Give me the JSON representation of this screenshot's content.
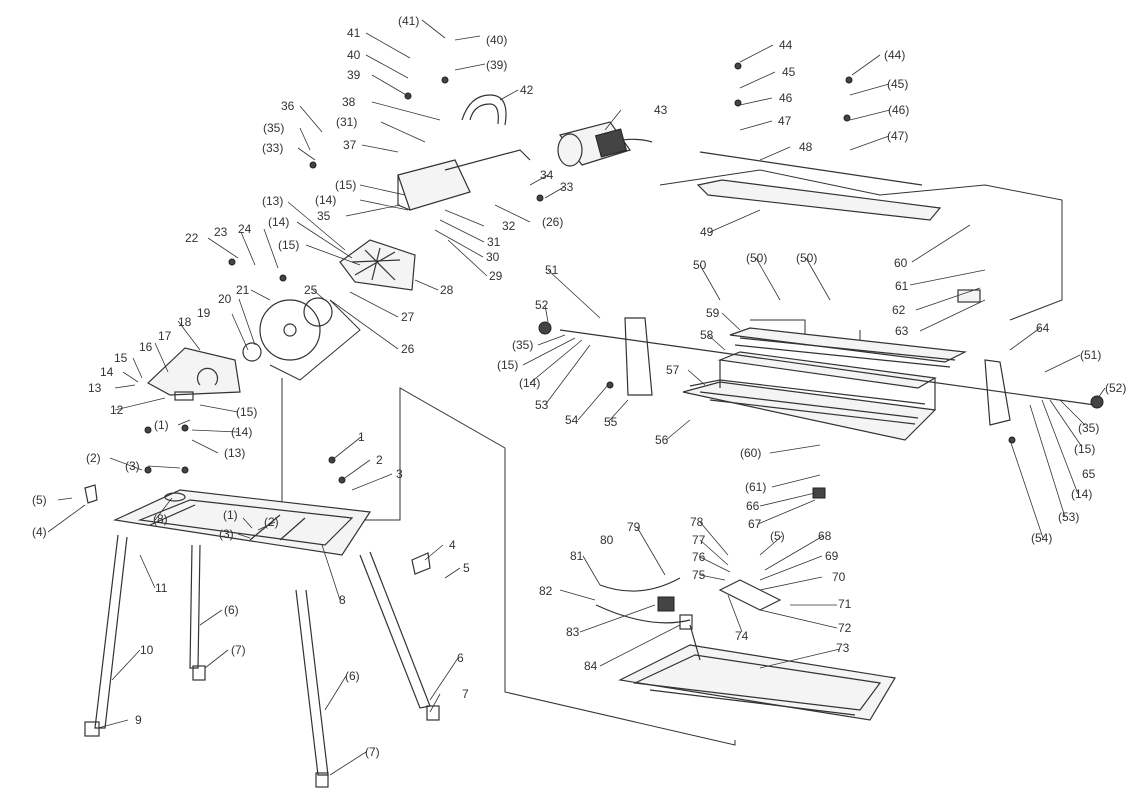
{
  "callouts": [
    {
      "id": "c1",
      "text": "(41)"
    },
    {
      "id": "c2",
      "text": "(40)"
    },
    {
      "id": "c3",
      "text": "41"
    },
    {
      "id": "c4",
      "text": "40"
    },
    {
      "id": "c5",
      "text": "(39)"
    },
    {
      "id": "c6",
      "text": "39"
    },
    {
      "id": "c7",
      "text": "42"
    },
    {
      "id": "c8",
      "text": "38"
    },
    {
      "id": "c9",
      "text": "36"
    },
    {
      "id": "c10",
      "text": "(31)"
    },
    {
      "id": "c11",
      "text": "(35)"
    },
    {
      "id": "c12",
      "text": "37"
    },
    {
      "id": "c13",
      "text": "(33)"
    },
    {
      "id": "c14",
      "text": "43"
    },
    {
      "id": "c15",
      "text": "34"
    },
    {
      "id": "c16",
      "text": "33"
    },
    {
      "id": "c17",
      "text": "(15)"
    },
    {
      "id": "c18",
      "text": "(14)"
    },
    {
      "id": "c19",
      "text": "(26)"
    },
    {
      "id": "c20",
      "text": "35"
    },
    {
      "id": "c21",
      "text": "32"
    },
    {
      "id": "c22",
      "text": "31"
    },
    {
      "id": "c23",
      "text": "30"
    },
    {
      "id": "c24",
      "text": "(13)"
    },
    {
      "id": "c25",
      "text": "(14)"
    },
    {
      "id": "c26",
      "text": "(15)"
    },
    {
      "id": "c27",
      "text": "29"
    },
    {
      "id": "c28",
      "text": "22"
    },
    {
      "id": "c29",
      "text": "23"
    },
    {
      "id": "c30",
      "text": "24"
    },
    {
      "id": "c31",
      "text": "28"
    },
    {
      "id": "c32",
      "text": "21"
    },
    {
      "id": "c33",
      "text": "25"
    },
    {
      "id": "c34",
      "text": "20"
    },
    {
      "id": "c35",
      "text": "27"
    },
    {
      "id": "c36",
      "text": "19"
    },
    {
      "id": "c37",
      "text": "26"
    },
    {
      "id": "c38",
      "text": "18"
    },
    {
      "id": "c39",
      "text": "17"
    },
    {
      "id": "c40",
      "text": "16"
    },
    {
      "id": "c41",
      "text": "15"
    },
    {
      "id": "c42",
      "text": "14"
    },
    {
      "id": "c43",
      "text": "13"
    },
    {
      "id": "c44",
      "text": "12"
    },
    {
      "id": "c45",
      "text": "(15)"
    },
    {
      "id": "c46",
      "text": "(1)"
    },
    {
      "id": "c47",
      "text": "(14)"
    },
    {
      "id": "c48",
      "text": "(13)"
    },
    {
      "id": "c49",
      "text": "(2)"
    },
    {
      "id": "c50",
      "text": "(3)"
    },
    {
      "id": "c51",
      "text": "(5)"
    },
    {
      "id": "c52",
      "text": "(8)"
    },
    {
      "id": "c53",
      "text": "(4)"
    },
    {
      "id": "c54",
      "text": "11"
    },
    {
      "id": "c55",
      "text": "1"
    },
    {
      "id": "c56",
      "text": "2"
    },
    {
      "id": "c57",
      "text": "3"
    },
    {
      "id": "c58",
      "text": "(1)"
    },
    {
      "id": "c59",
      "text": "(2)"
    },
    {
      "id": "c60",
      "text": "(3)"
    },
    {
      "id": "c61",
      "text": "8"
    },
    {
      "id": "c62",
      "text": "4"
    },
    {
      "id": "c63",
      "text": "5"
    },
    {
      "id": "c64",
      "text": "(6)"
    },
    {
      "id": "c65",
      "text": "10"
    },
    {
      "id": "c66",
      "text": "(7)"
    },
    {
      "id": "c67",
      "text": "6"
    },
    {
      "id": "c68",
      "text": "(6)"
    },
    {
      "id": "c69",
      "text": "7"
    },
    {
      "id": "c70",
      "text": "9"
    },
    {
      "id": "c71",
      "text": "(7)"
    },
    {
      "id": "c72",
      "text": "44"
    },
    {
      "id": "c73",
      "text": "45"
    },
    {
      "id": "c74",
      "text": "46"
    },
    {
      "id": "c75",
      "text": "47"
    },
    {
      "id": "c76",
      "text": "(44)"
    },
    {
      "id": "c77",
      "text": "(45)"
    },
    {
      "id": "c78",
      "text": "(46)"
    },
    {
      "id": "c79",
      "text": "(47)"
    },
    {
      "id": "c80",
      "text": "48"
    },
    {
      "id": "c81",
      "text": "49"
    },
    {
      "id": "c82",
      "text": "51"
    },
    {
      "id": "c83",
      "text": "50"
    },
    {
      "id": "c84",
      "text": "(50)"
    },
    {
      "id": "c85",
      "text": "(50)"
    },
    {
      "id": "c86",
      "text": "60"
    },
    {
      "id": "c87",
      "text": "61"
    },
    {
      "id": "c88",
      "text": "62"
    },
    {
      "id": "c89",
      "text": "63"
    },
    {
      "id": "c90",
      "text": "52"
    },
    {
      "id": "c91",
      "text": "59"
    },
    {
      "id": "c92",
      "text": "64"
    },
    {
      "id": "c93",
      "text": "(35)"
    },
    {
      "id": "c94",
      "text": "58"
    },
    {
      "id": "c95",
      "text": "(51)"
    },
    {
      "id": "c96",
      "text": "(15)"
    },
    {
      "id": "c97",
      "text": "(14)"
    },
    {
      "id": "c98",
      "text": "57"
    },
    {
      "id": "c99",
      "text": "(52)"
    },
    {
      "id": "c100",
      "text": "53"
    },
    {
      "id": "c101",
      "text": "54"
    },
    {
      "id": "c102",
      "text": "55"
    },
    {
      "id": "c103",
      "text": "56"
    },
    {
      "id": "c104",
      "text": "(35)"
    },
    {
      "id": "c105",
      "text": "(15)"
    },
    {
      "id": "c106",
      "text": "65"
    },
    {
      "id": "c107",
      "text": "(60)"
    },
    {
      "id": "c108",
      "text": "(14)"
    },
    {
      "id": "c109",
      "text": "(61)"
    },
    {
      "id": "c110",
      "text": "(53)"
    },
    {
      "id": "c111",
      "text": "66"
    },
    {
      "id": "c112",
      "text": "67"
    },
    {
      "id": "c113",
      "text": "(54)"
    },
    {
      "id": "c114",
      "text": "79"
    },
    {
      "id": "c115",
      "text": "78"
    },
    {
      "id": "c116",
      "text": "80"
    },
    {
      "id": "c117",
      "text": "77"
    },
    {
      "id": "c118",
      "text": "(5)"
    },
    {
      "id": "c119",
      "text": "68"
    },
    {
      "id": "c120",
      "text": "81"
    },
    {
      "id": "c121",
      "text": "76"
    },
    {
      "id": "c122",
      "text": "69"
    },
    {
      "id": "c123",
      "text": "75"
    },
    {
      "id": "c124",
      "text": "70"
    },
    {
      "id": "c125",
      "text": "82"
    },
    {
      "id": "c126",
      "text": "71"
    },
    {
      "id": "c127",
      "text": "83"
    },
    {
      "id": "c128",
      "text": "74"
    },
    {
      "id": "c129",
      "text": "72"
    },
    {
      "id": "c130",
      "text": "73"
    },
    {
      "id": "c131",
      "text": "84"
    }
  ]
}
